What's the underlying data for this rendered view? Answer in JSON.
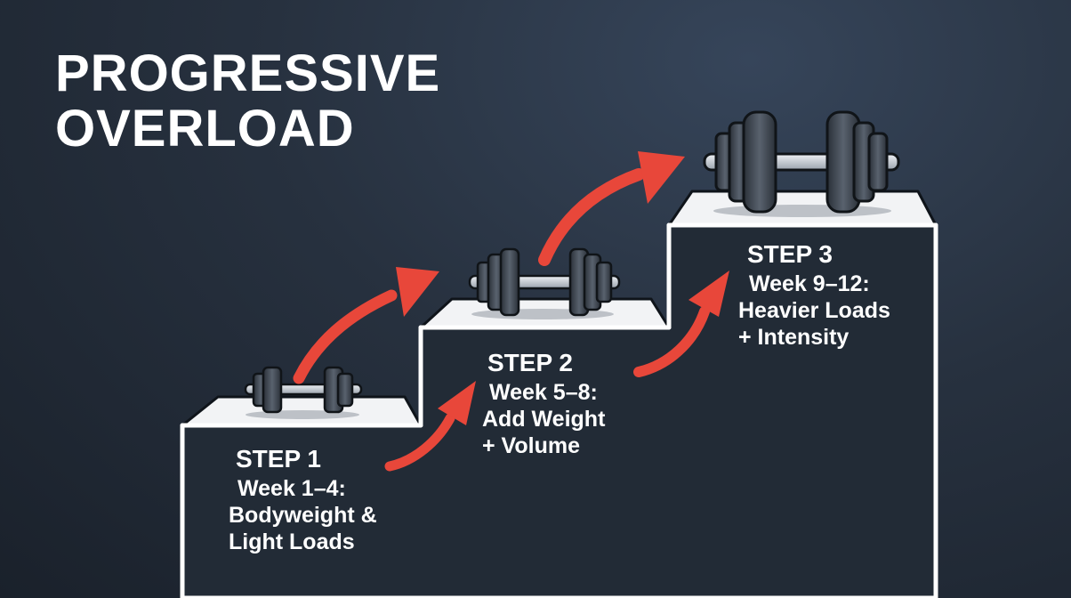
{
  "title": {
    "line1": "PROGRESSIVE",
    "line2": "OVERLOAD"
  },
  "steps": [
    {
      "title": "STEP 1",
      "weeks": "Week 1–4:",
      "line1": "Bodyweight &",
      "line2": "Light Loads"
    },
    {
      "title": "STEP 2",
      "weeks": "Week 5–8:",
      "line1": "Add Weight",
      "line2": "+ Volume"
    },
    {
      "title": "STEP 3",
      "weeks": "Week 9–12:",
      "line1": "Heavier Loads",
      "line2": "+ Intensity"
    }
  ],
  "colors": {
    "background": "#27313f",
    "arrow": "#e8473a",
    "stair_fill": "#252e3a",
    "stair_top": "#f2f3f5",
    "stair_outline": "#ffffff",
    "dumbbell": "#3a424d"
  },
  "icons": [
    "dumbbell-small-icon",
    "dumbbell-medium-icon",
    "dumbbell-large-icon",
    "up-arrow-icon"
  ]
}
